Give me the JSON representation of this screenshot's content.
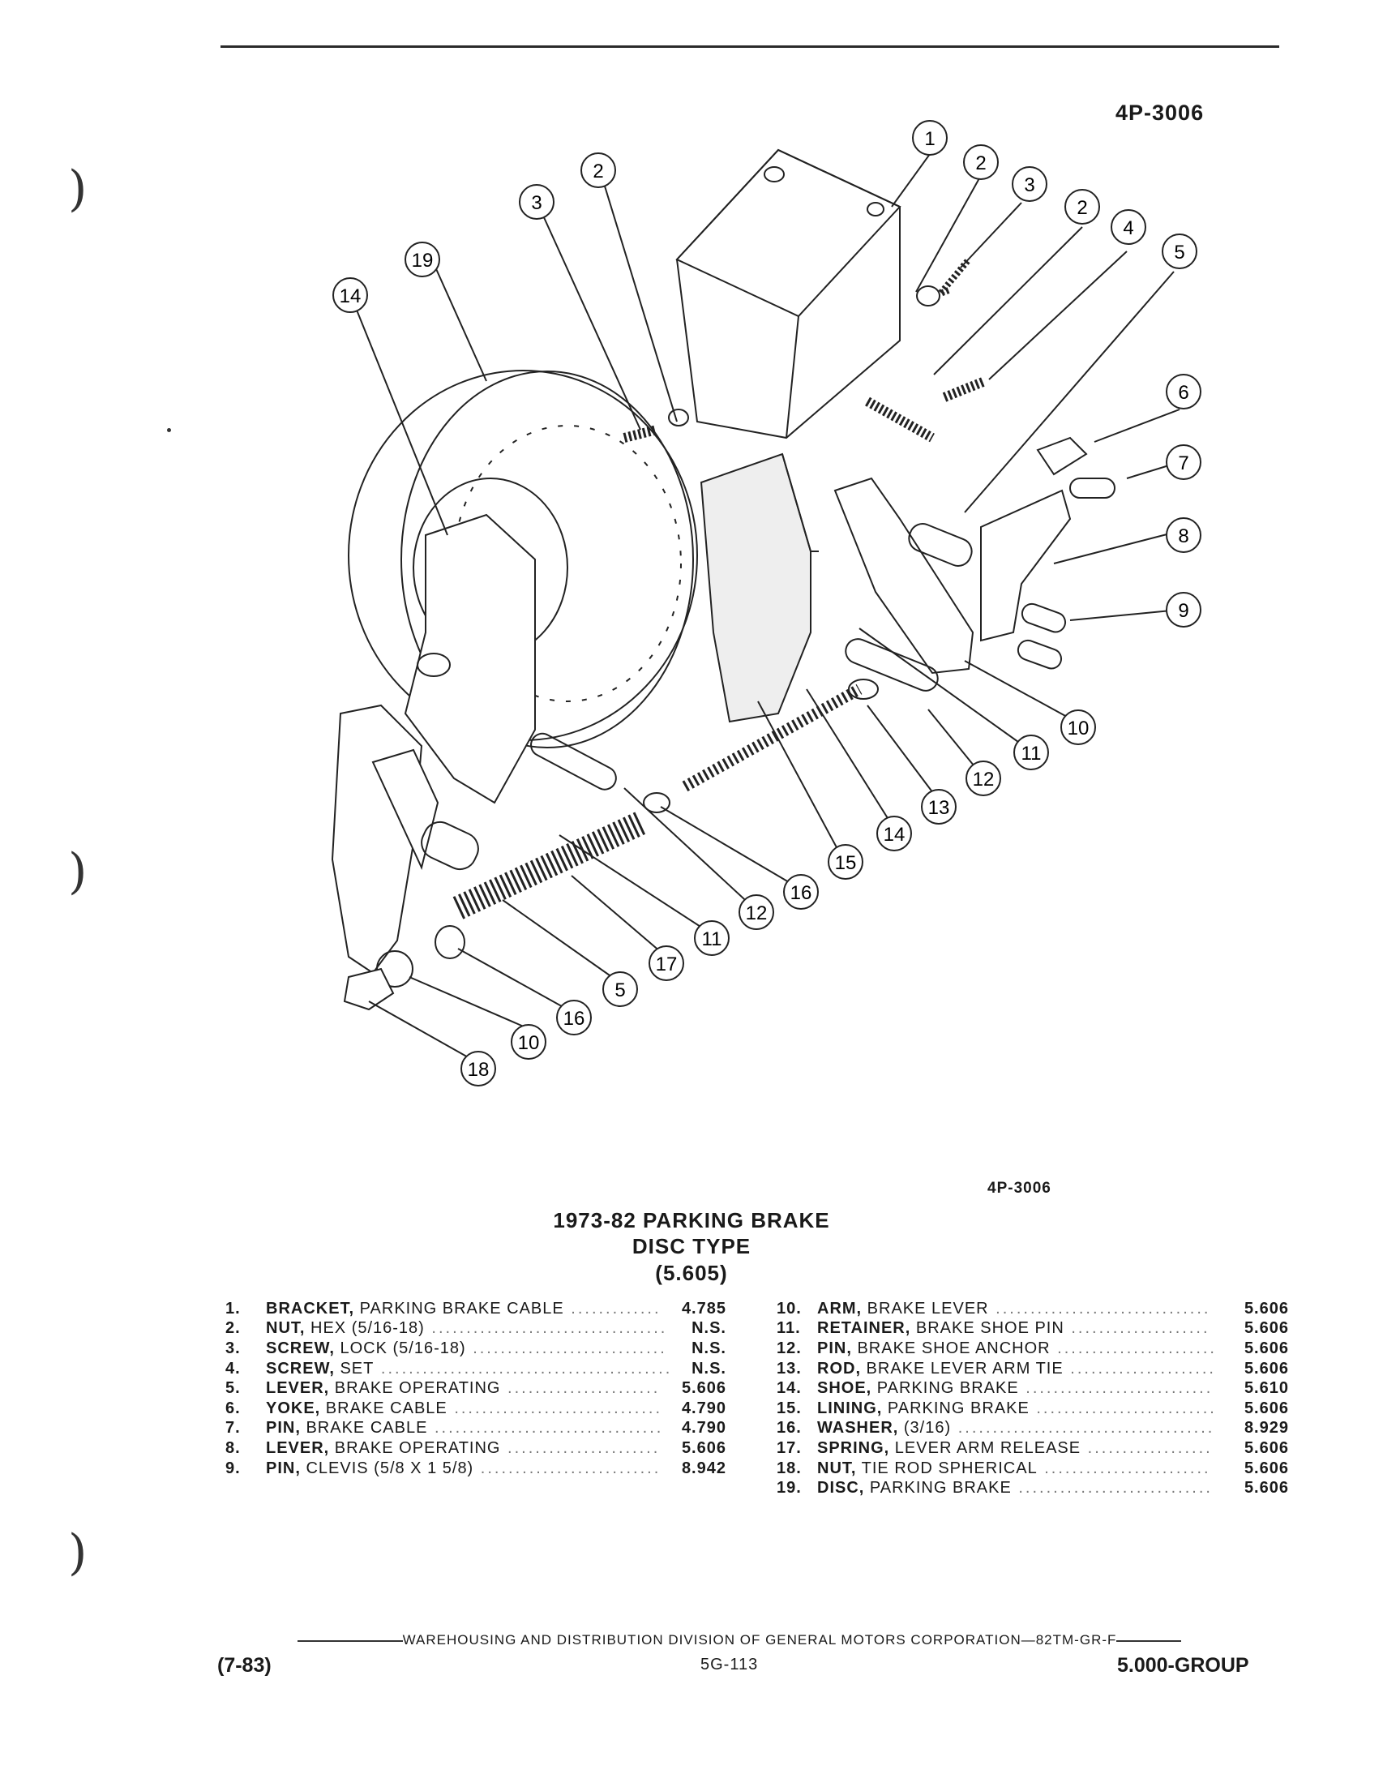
{
  "figure_code": "4P-3006",
  "title_lines": [
    "1973-82 PARKING BRAKE",
    "DISC TYPE",
    "(5.605)"
  ],
  "callouts": [
    "1",
    "2",
    "3",
    "2",
    "4",
    "5",
    "6",
    "7",
    "8",
    "9",
    "19",
    "14",
    "10",
    "11",
    "12",
    "13",
    "14",
    "15",
    "16",
    "12",
    "11",
    "17",
    "5",
    "16",
    "10",
    "18"
  ],
  "parts_left": [
    {
      "num": "1.",
      "name": "BRACKET,",
      "desc": " PARKING BRAKE CABLE",
      "ref": "4.785"
    },
    {
      "num": "2.",
      "name": "NUT,",
      "desc": " HEX (5/16-18)",
      "ref": "N.S."
    },
    {
      "num": "3.",
      "name": "SCREW,",
      "desc": " LOCK (5/16-18)",
      "ref": "N.S."
    },
    {
      "num": "4.",
      "name": "SCREW,",
      "desc": " SET",
      "ref": "N.S."
    },
    {
      "num": "5.",
      "name": "LEVER,",
      "desc": " BRAKE OPERATING",
      "ref": "5.606"
    },
    {
      "num": "6.",
      "name": "YOKE,",
      "desc": " BRAKE CABLE",
      "ref": "4.790"
    },
    {
      "num": "7.",
      "name": "PIN,",
      "desc": " BRAKE CABLE",
      "ref": "4.790"
    },
    {
      "num": "8.",
      "name": "LEVER,",
      "desc": " BRAKE OPERATING",
      "ref": "5.606"
    },
    {
      "num": "9.",
      "name": "PIN,",
      "desc": " CLEVIS (5/8 X 1 5/8)",
      "ref": "8.942"
    }
  ],
  "parts_right": [
    {
      "num": "10.",
      "name": "ARM,",
      "desc": " BRAKE LEVER",
      "ref": "5.606"
    },
    {
      "num": "11.",
      "name": "RETAINER,",
      "desc": " BRAKE SHOE PIN",
      "ref": "5.606"
    },
    {
      "num": "12.",
      "name": "PIN,",
      "desc": " BRAKE SHOE ANCHOR",
      "ref": "5.606"
    },
    {
      "num": "13.",
      "name": "ROD,",
      "desc": " BRAKE LEVER ARM TIE",
      "ref": "5.606"
    },
    {
      "num": "14.",
      "name": "SHOE,",
      "desc": " PARKING BRAKE",
      "ref": "5.610"
    },
    {
      "num": "15.",
      "name": "LINING,",
      "desc": " PARKING BRAKE",
      "ref": "5.606"
    },
    {
      "num": "16.",
      "name": "WASHER,",
      "desc": " (3/16)",
      "ref": "8.929"
    },
    {
      "num": "17.",
      "name": "SPRING,",
      "desc": " LEVER ARM RELEASE",
      "ref": "5.606"
    },
    {
      "num": "18.",
      "name": "NUT,",
      "desc": " TIE ROD SPHERICAL",
      "ref": "5.606"
    },
    {
      "num": "19.",
      "name": "DISC,",
      "desc": " PARKING BRAKE",
      "ref": "5.606"
    }
  ],
  "footer": {
    "publisher": "WAREHOUSING AND DISTRIBUTION DIVISION OF GENERAL MOTORS CORPORATION—82TM-GR-F",
    "date": "(7-83)",
    "page": "5G-113",
    "group": "5.000-GROUP"
  }
}
